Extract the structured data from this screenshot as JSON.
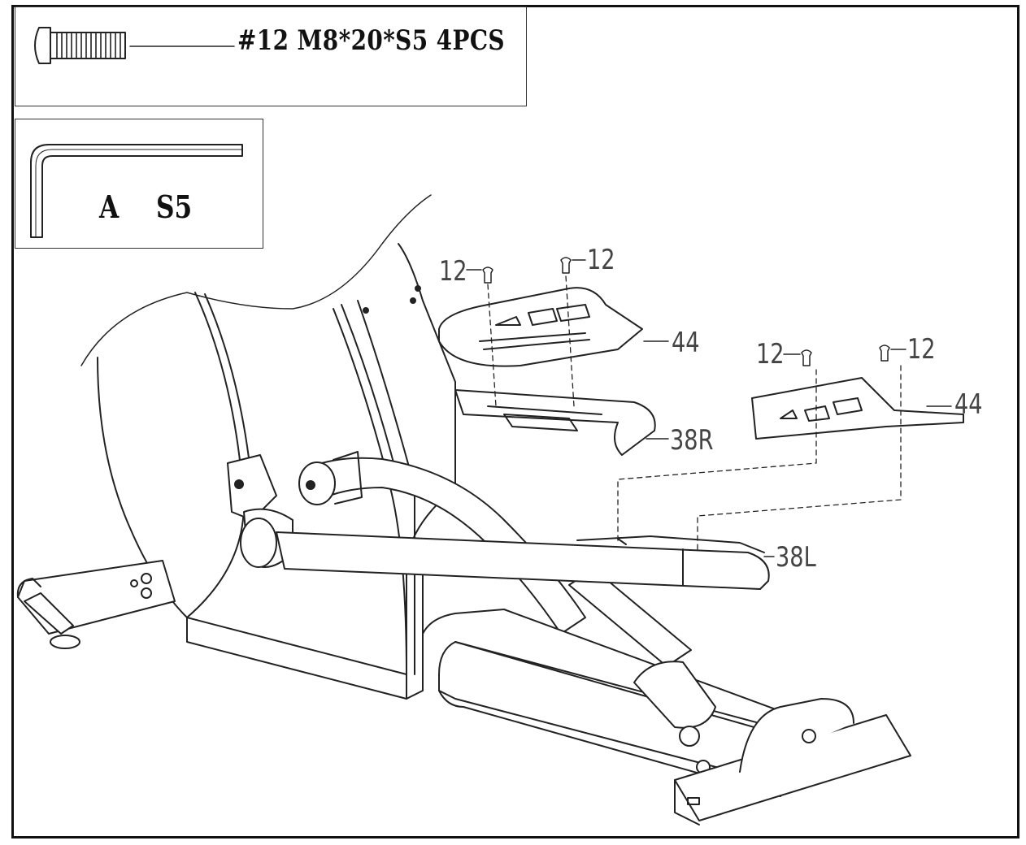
{
  "hardware": {
    "label": "#12 M8*20*S5 4PCS"
  },
  "tool": {
    "code": "A",
    "size": "S5"
  },
  "callouts": {
    "bolt_1": "12",
    "bolt_2": "12",
    "bolt_3": "12",
    "bolt_4": "12",
    "pedal_right": "44",
    "pedal_left": "44",
    "arm_right": "38R",
    "arm_left": "38L"
  },
  "colors": {
    "line": "#222222",
    "frame": "#111111"
  }
}
